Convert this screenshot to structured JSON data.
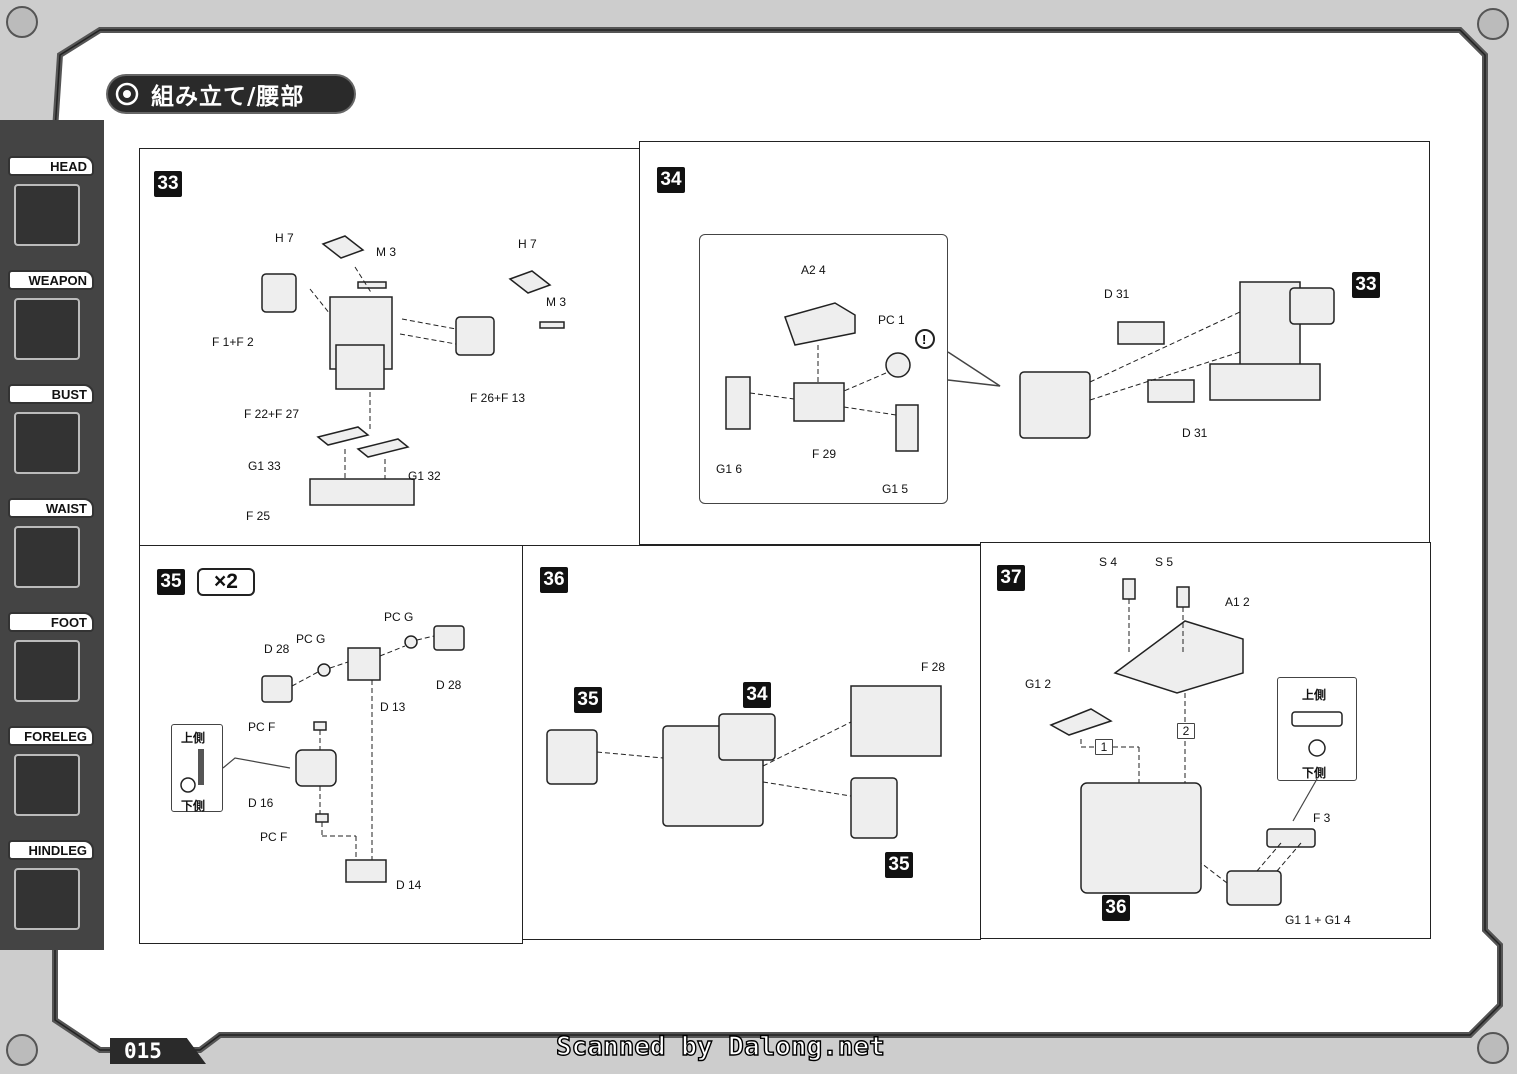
{
  "header": {
    "title": "組み立て/腰部"
  },
  "sidebar": {
    "tabs": [
      {
        "label": "HEAD"
      },
      {
        "label": "WEAPON"
      },
      {
        "label": "BUST"
      },
      {
        "label": "WAIST"
      },
      {
        "label": "FOOT"
      },
      {
        "label": "FORELEG"
      },
      {
        "label": "HINDLEG"
      }
    ]
  },
  "steps": {
    "s33": {
      "num": "33",
      "labels": [
        "H 7",
        "M 3",
        "H 7",
        "M 3",
        "F 1+F 2",
        "F 22+F 27",
        "F 26+F 13",
        "G1 33",
        "G1 32",
        "F 25"
      ]
    },
    "s34": {
      "num": "34",
      "ref": "33",
      "labels": [
        "A2 4",
        "PC 1",
        "G1 6",
        "F 29",
        "G1 5",
        "D 31",
        "D 31"
      ]
    },
    "s35": {
      "num": "35",
      "multiplier": "×2",
      "labels": [
        "PC G",
        "PC G",
        "D 28",
        "D 28",
        "D 13",
        "PC F",
        "D 16",
        "PC F",
        "D 14"
      ],
      "orient_up": "上側",
      "orient_down": "下側"
    },
    "s36": {
      "num": "36",
      "ref_a": "35",
      "ref_b": "34",
      "ref_c": "35",
      "labels": [
        "F 28"
      ]
    },
    "s37": {
      "num": "37",
      "ref": "36",
      "labels": [
        "S 4",
        "S 5",
        "A1 2",
        "G1 2",
        "F 3",
        "G1 1 + G1 4"
      ],
      "order_1": "1",
      "order_2": "2",
      "orient_up": "上側",
      "orient_down": "下側"
    }
  },
  "footer": {
    "page": "015",
    "credit": "Scanned by Dalong.net"
  },
  "colors": {
    "dark": "#2a2a2a",
    "paper": "#ffffff",
    "frame": "#cfcfcf"
  }
}
